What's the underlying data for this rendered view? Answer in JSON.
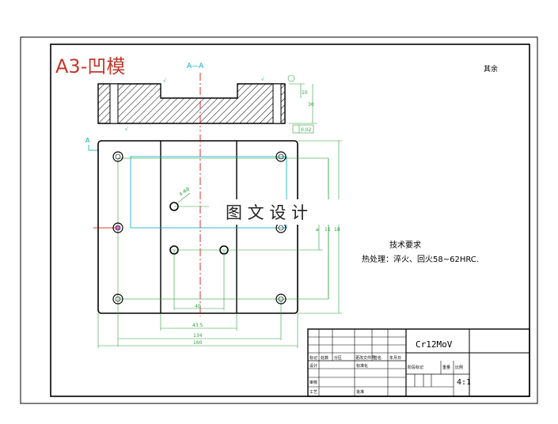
{
  "sheet": {
    "title": "A3-凹模",
    "watermark": "图 文 设 计",
    "section_label": "A—A",
    "view_marker": "A",
    "corner_mark": "其余"
  },
  "tech_requirements": {
    "heading": "技术要求",
    "line": "热处理：淬火、回火58~62HRC."
  },
  "dimensions": {
    "width_overall": "160",
    "width_inner": "134",
    "slot_width": "43.5",
    "center_x": "40",
    "height_a": "a",
    "height_b": "11",
    "height_c": "18",
    "thickness": "30",
    "step": "10",
    "flatness": "0.02",
    "hole_note": "4-Φ8"
  },
  "title_block": {
    "material": "Cr12MoV",
    "scale": "4:1",
    "cells": [
      "标记",
      "处数",
      "分区",
      "更改文件号",
      "签名",
      "年月日",
      "设计",
      "标准化",
      "阶段标记",
      "重量",
      "比例",
      "审核",
      "工艺",
      "批准"
    ]
  },
  "colors": {
    "frame": "#000000",
    "title": "#c0392b",
    "centerline": "#cc0000",
    "dimension": "#2e9e3e",
    "section_view_ref": "#00aabb",
    "hatch": "#000000"
  }
}
